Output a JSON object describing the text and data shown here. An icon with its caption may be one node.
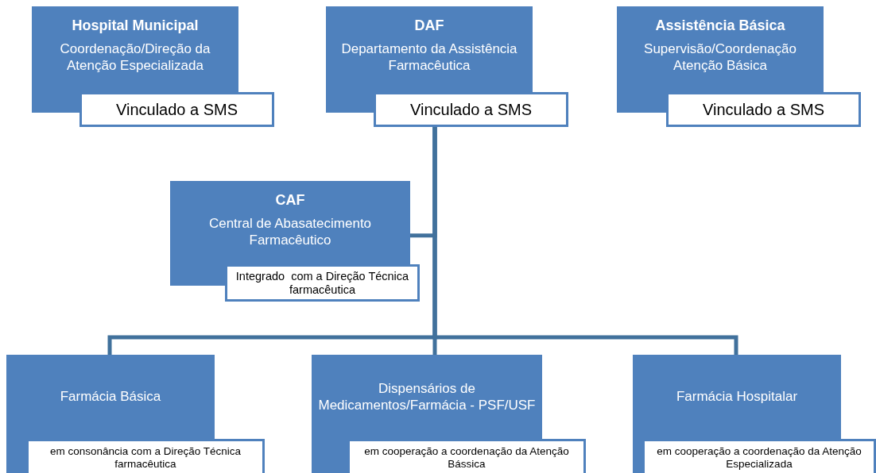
{
  "diagram": {
    "nodes": [
      {
        "text": [
          "Hospital Municipal",
          "Coordenação/Direção da Atenção Especializada"
        ]
      },
      {
        "text": [
          "Vinculado a SMS"
        ]
      },
      {
        "text": [
          "DAF",
          "Departamento da Assistência Farmacêutica"
        ]
      },
      {
        "text": [
          "Vinculado a SMS"
        ]
      },
      {
        "text": [
          "Assistência Básica",
          "Supervisão/Coordenação Atenção Básica"
        ]
      },
      {
        "text": [
          "Vinculado a SMS"
        ]
      },
      {
        "text": [
          "CAF",
          "Central de Abasatecimento Farmacêutico"
        ]
      },
      {
        "text": [
          "Integrado  com a Direção Técnica farmacêutica"
        ]
      },
      {
        "text": [
          "Farmácia Básica"
        ]
      },
      {
        "text": [
          "em consonância com a Direção Técnica farmacêutica"
        ]
      },
      {
        "text": [
          "Dispensários de Medicamentos/Farmácia - PSF/USF"
        ]
      },
      {
        "text": [
          "em cooperação a coordenação da Atenção Bássica"
        ]
      },
      {
        "text": [
          "Farmácia Hospitalar"
        ]
      },
      {
        "text": [
          "em cooperação a coordenação da Atenção Especializada"
        ]
      }
    ],
    "edges": [
      {
        "from": 3,
        "to": 6,
        "arrow": "none"
      },
      {
        "from": 3,
        "to": 8,
        "arrow": "none"
      },
      {
        "from": 3,
        "to": 10,
        "arrow": "none"
      },
      {
        "from": 3,
        "to": 12,
        "arrow": "none"
      }
    ]
  }
}
